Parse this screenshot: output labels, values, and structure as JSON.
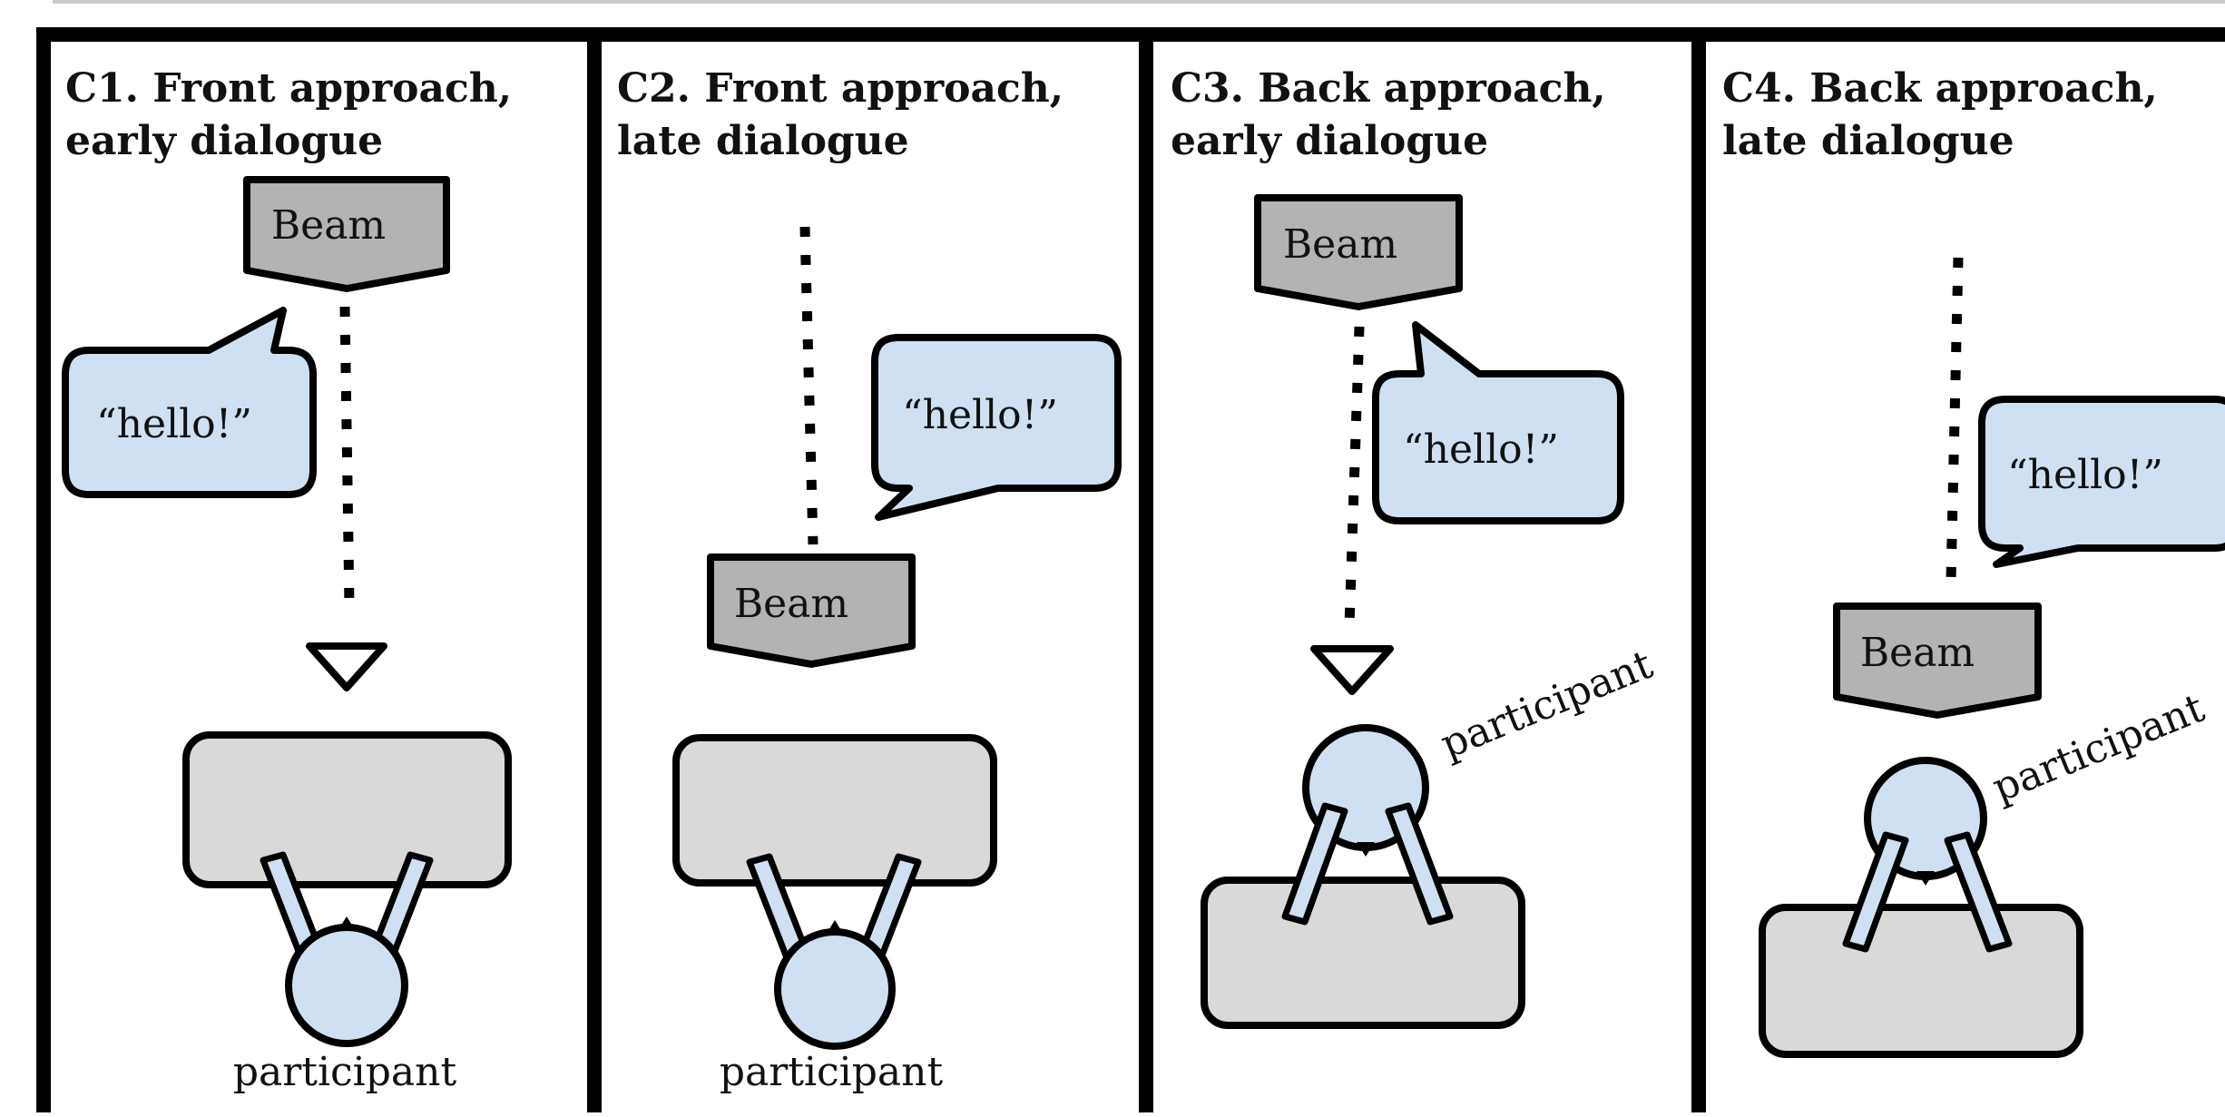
{
  "panels": [
    {
      "title_line1": "C1. Front approach,",
      "title_line2": "early dialogue",
      "robot_label": "Beam",
      "speech": "“hello!”",
      "participant_label": "participant"
    },
    {
      "title_line1": "C2. Front approach,",
      "title_line2": "late dialogue",
      "robot_label": "Beam",
      "speech": "“hello!”",
      "participant_label": "participant"
    },
    {
      "title_line1": "C3. Back approach,",
      "title_line2": "early dialogue",
      "robot_label": "Beam",
      "speech": "“hello!”",
      "participant_label": "participant"
    },
    {
      "title_line1": "C4. Back approach,",
      "title_line2": "late dialogue",
      "robot_label": "Beam",
      "speech": "“hello!”",
      "participant_label": "participant"
    }
  ],
  "colors": {
    "robot_fill": "#b3b3b3",
    "speech_fill": "#cfe0f3",
    "table_fill": "#d9d9d9",
    "person_fill": "#cfe0f3",
    "stroke": "#000000"
  }
}
